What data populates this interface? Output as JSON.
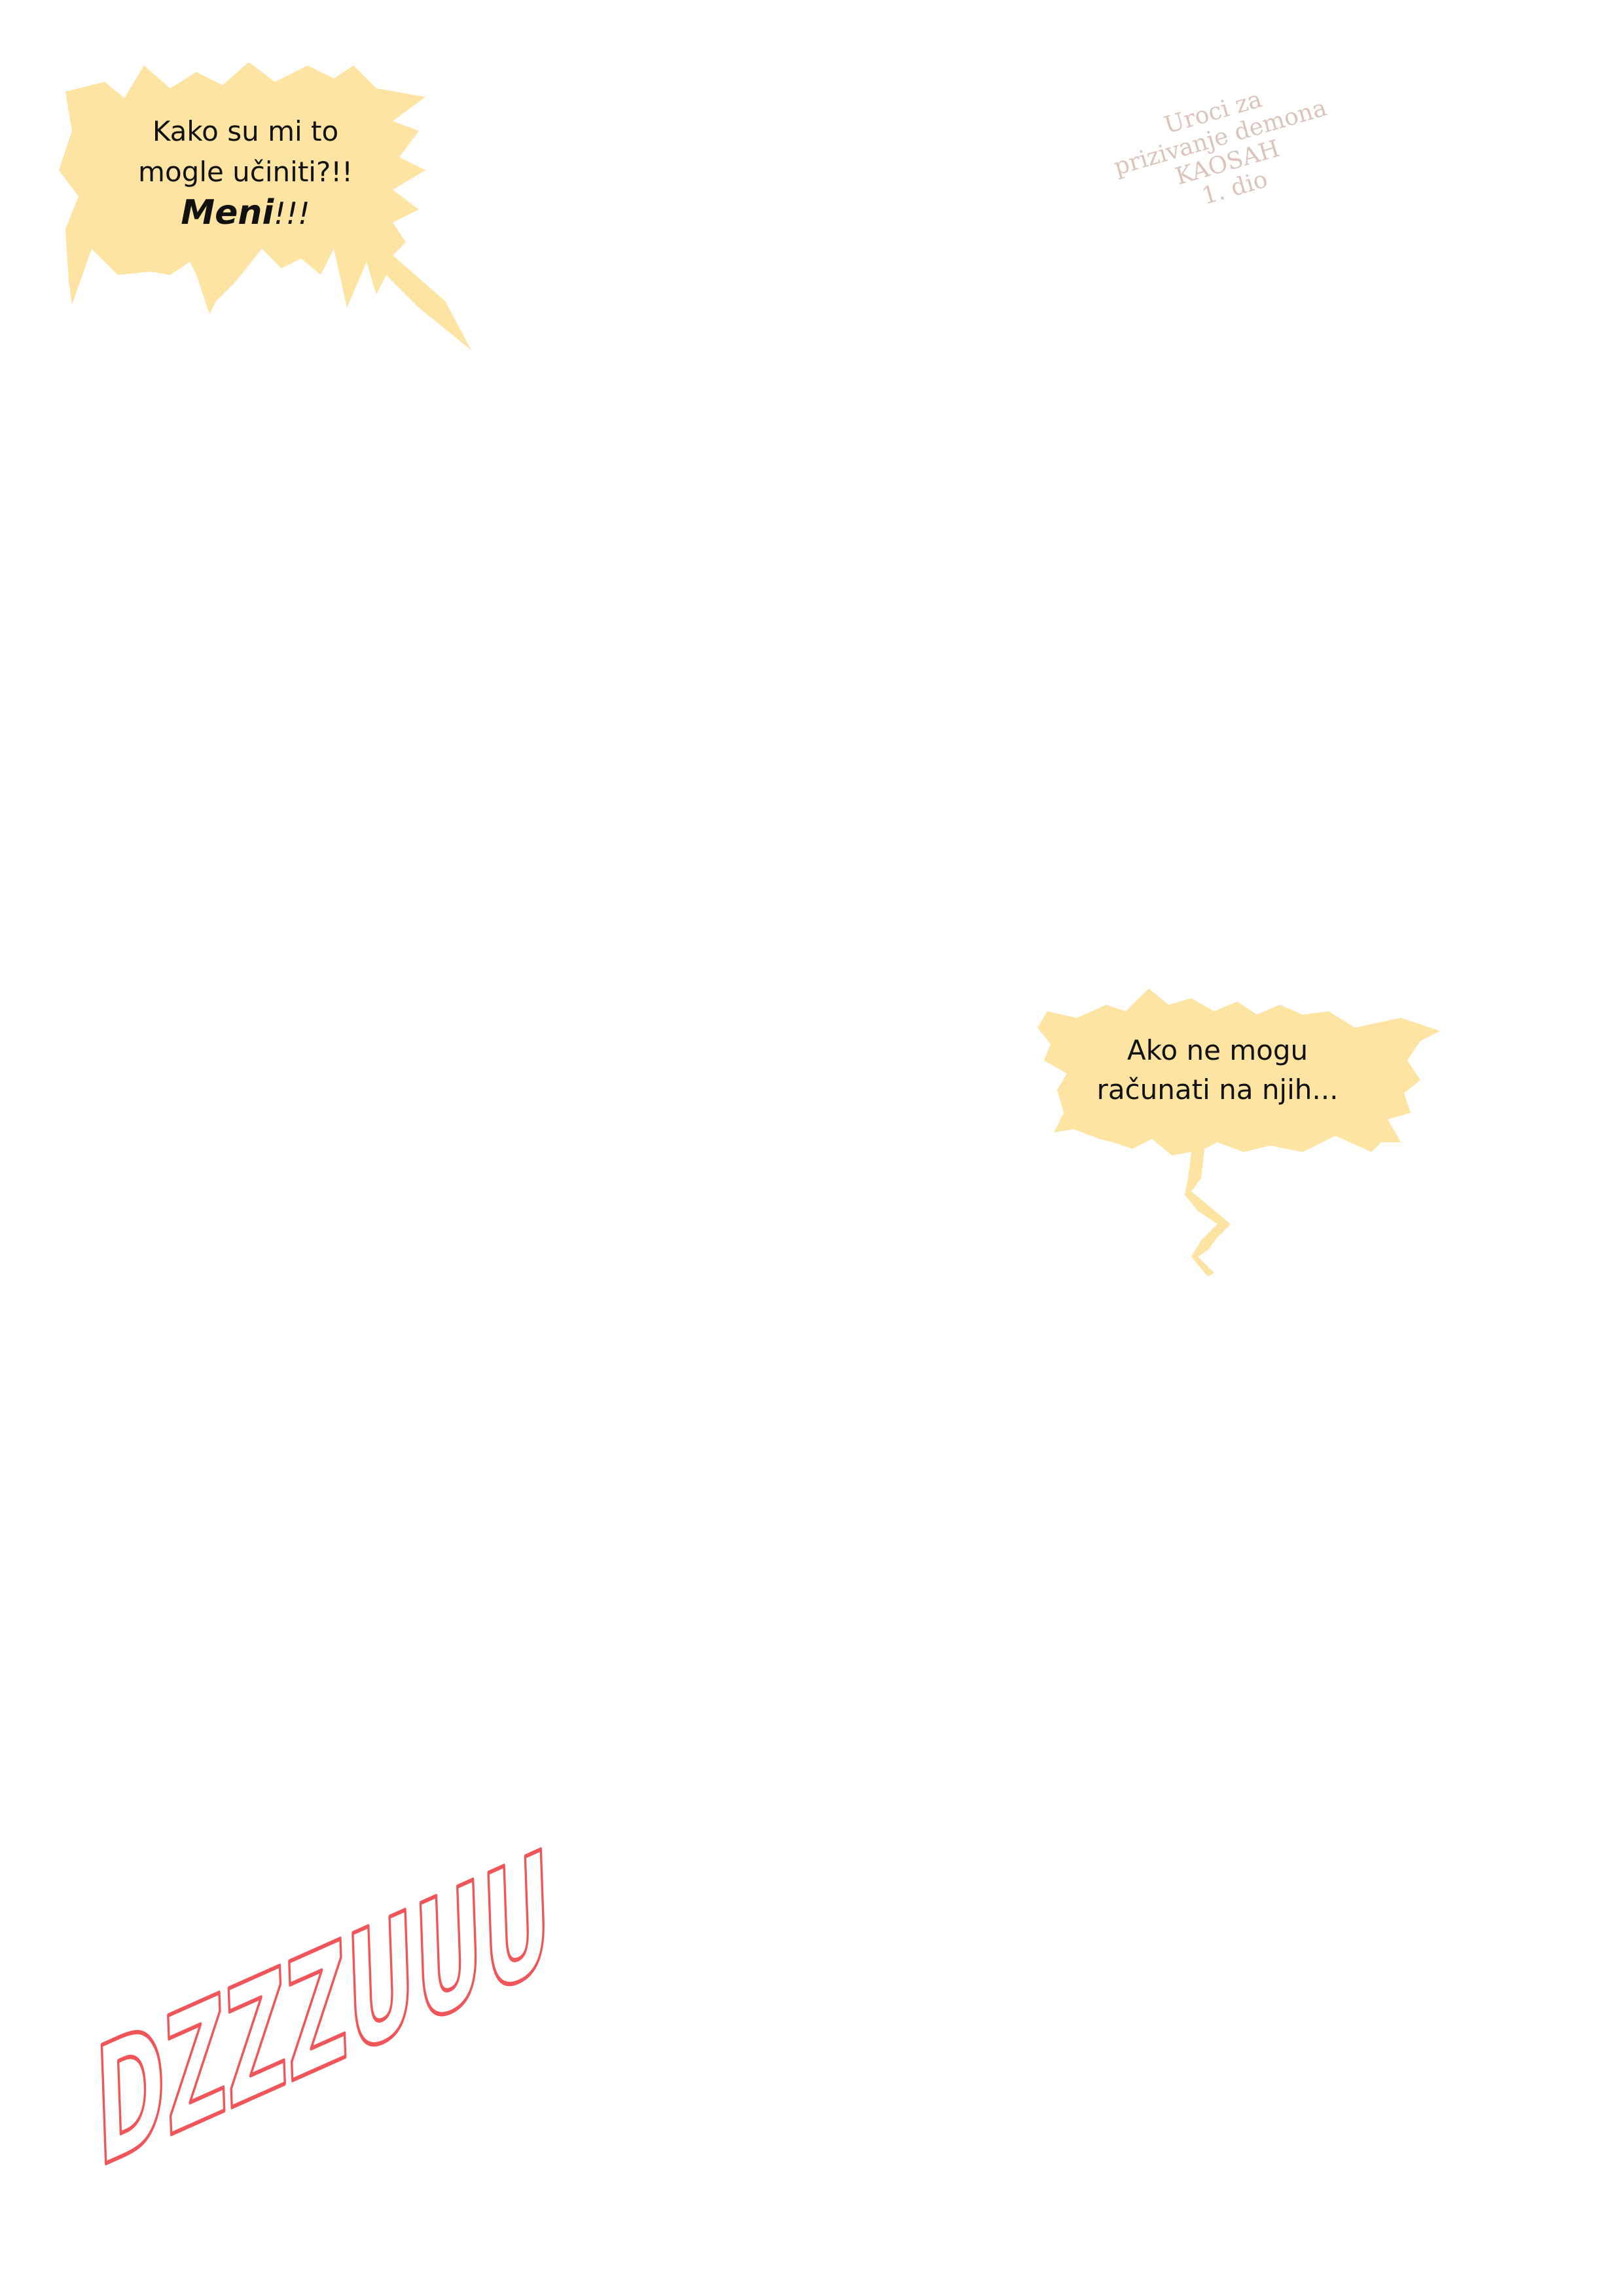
{
  "bubbles": [
    {
      "lines": [
        "Kako su mi to",
        "mogle učiniti?!!"
      ],
      "emphasis": "Meni",
      "emphasis_suffix": "!!!",
      "fill": "#fde4a3"
    },
    {
      "lines": [
        "Ako ne mogu",
        "računati na njih..."
      ],
      "fill": "#fde4a3"
    }
  ],
  "watermark": {
    "lines": [
      "Uroci za",
      "prizivanje demona",
      "KAOSAH",
      "1. dio"
    ],
    "color": "#dcc4bc"
  },
  "sound_effect": {
    "text": "DZZZUUU",
    "color": "#f0555a"
  }
}
